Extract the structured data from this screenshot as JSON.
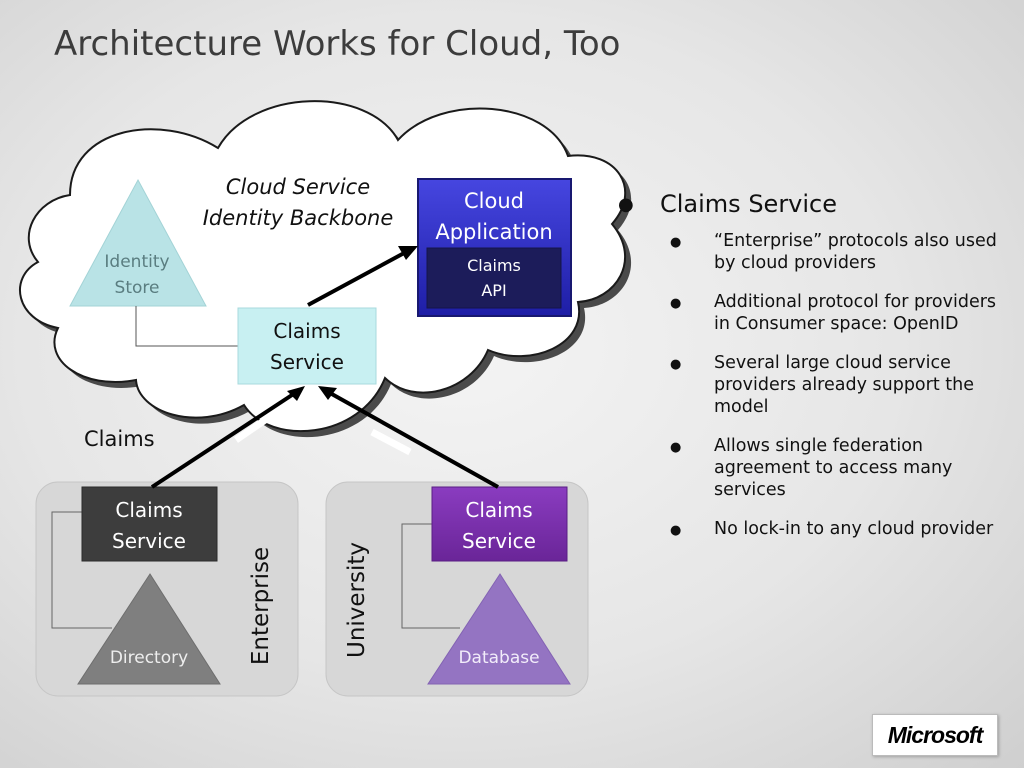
{
  "title": "Architecture Works for Cloud, Too",
  "cloud": {
    "caption_line1": "Cloud Service",
    "caption_line2": "Identity Backbone",
    "identity_store_line1": "Identity",
    "identity_store_line2": "Store",
    "claims_service_line1": "Claims",
    "claims_service_line2": "Service",
    "cloud_app_line1": "Cloud",
    "cloud_app_line2": "Application",
    "claims_api_line1": "Claims",
    "claims_api_line2": "API"
  },
  "claims_label": "Claims",
  "enterprise": {
    "label": "Enterprise",
    "claims_service_line1": "Claims",
    "claims_service_line2": "Service",
    "directory": "Directory"
  },
  "university": {
    "label": "University",
    "claims_service_line1": "Claims",
    "claims_service_line2": "Service",
    "database": "Database"
  },
  "bullets": {
    "main": "Claims Service",
    "items": [
      "“Enterprise” protocols also used by cloud providers",
      "Additional protocol for providers in Consumer space: OpenID",
      "Several large cloud service providers already support the model",
      "Allows single federation agreement to access many services",
      "No lock-in to any cloud provider"
    ]
  },
  "logo": "Microsoft",
  "colors": {
    "cloud_app": "#2d2dbf",
    "claims_api": "#1c1c5a",
    "claims_service_cloud": "#c8f0f2",
    "identity_store": "#b9e3e6",
    "enterprise_claims": "#3d3d3d",
    "directory": "#7f7f7f",
    "university_claims": "#7a2fae",
    "database": "#9474c2"
  }
}
